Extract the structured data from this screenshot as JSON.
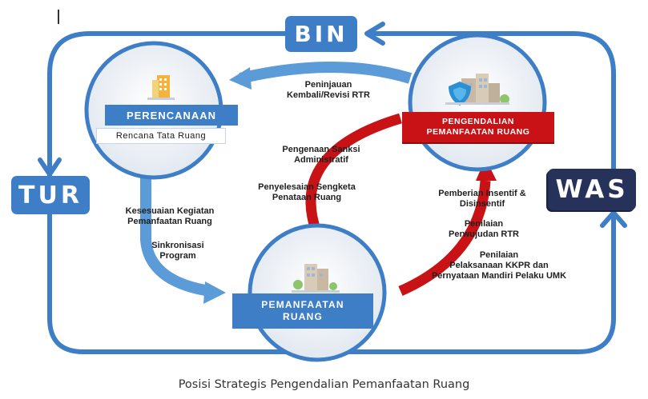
{
  "tags": {
    "bin": "BIN",
    "tur": "TUR",
    "was": "WAS"
  },
  "nodes": {
    "perencanaan": {
      "title": "PERENCANAAN",
      "subtitle": "Rencana Tata Ruang"
    },
    "pengendalian": {
      "title": "PENGENDALIAN\nPEMANFAATAN RUANG"
    },
    "pemanfaatan": {
      "title": "PEMANFAATAN\nRUANG"
    }
  },
  "annotations": {
    "peninjauan": "Peninjauan\nKembali/Revisi RTR",
    "sanksi": "Pengenaan Sanksi\nAdministratif",
    "sengketa": "Penyelesaian Sengketa\nPenataan Ruang",
    "kesesuaian": "Kesesuaian Kegiatan\nPemanfaatan Ruang",
    "sinkronisasi": "Sinkronisasi\nProgram",
    "insentif": "Pemberian Insentif &\nDisinsentif",
    "penilaian_rtr": "Penilaian\nPerwujudan RTR",
    "penilaian_kkpr": "Penilaian\nPelaksanaan KKPR dan\nPernyataan Mandiri Pelaku UMK"
  },
  "caption": "Posisi Strategis Pengendalian Pemanfaatan Ruang",
  "colors": {
    "blue": "#3d7ec7",
    "light_blue": "#5a9bd8",
    "red": "#c91216",
    "navy": "#26325a",
    "circle_fill": "#eef2f7"
  }
}
